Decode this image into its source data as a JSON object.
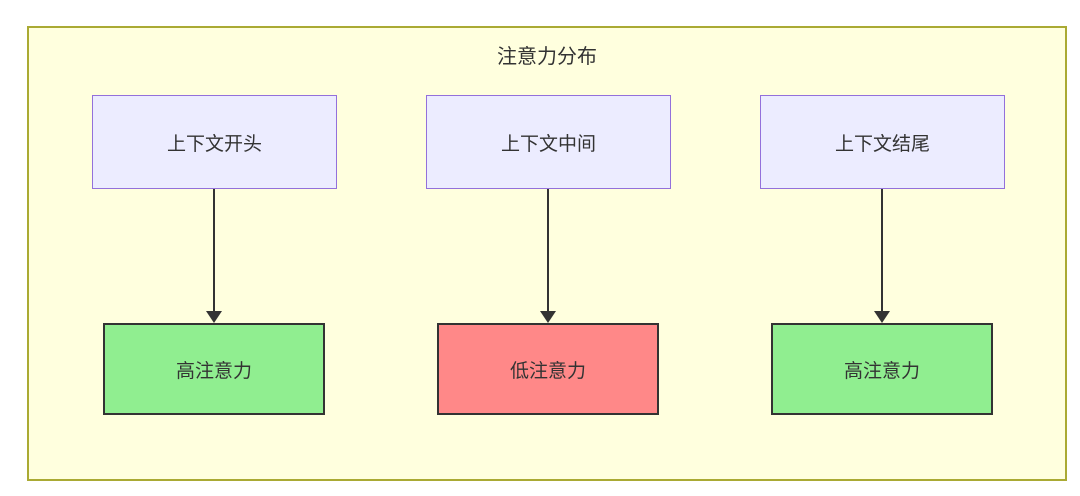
{
  "diagram": {
    "title": "注意力分布",
    "columns": [
      {
        "source": "上下文开头",
        "target": "高注意力",
        "target_type": "high"
      },
      {
        "source": "上下文中间",
        "target": "低注意力",
        "target_type": "low"
      },
      {
        "source": "上下文结尾",
        "target": "高注意力",
        "target_type": "high"
      }
    ],
    "colors": {
      "container_bg": "#ffffde",
      "container_border": "#aaaa33",
      "source_bg": "#ececff",
      "source_border": "#9370db",
      "high_bg": "#90ee90",
      "low_bg": "#ff8888",
      "target_border": "#333333",
      "arrow": "#333333",
      "text": "#333333"
    }
  }
}
